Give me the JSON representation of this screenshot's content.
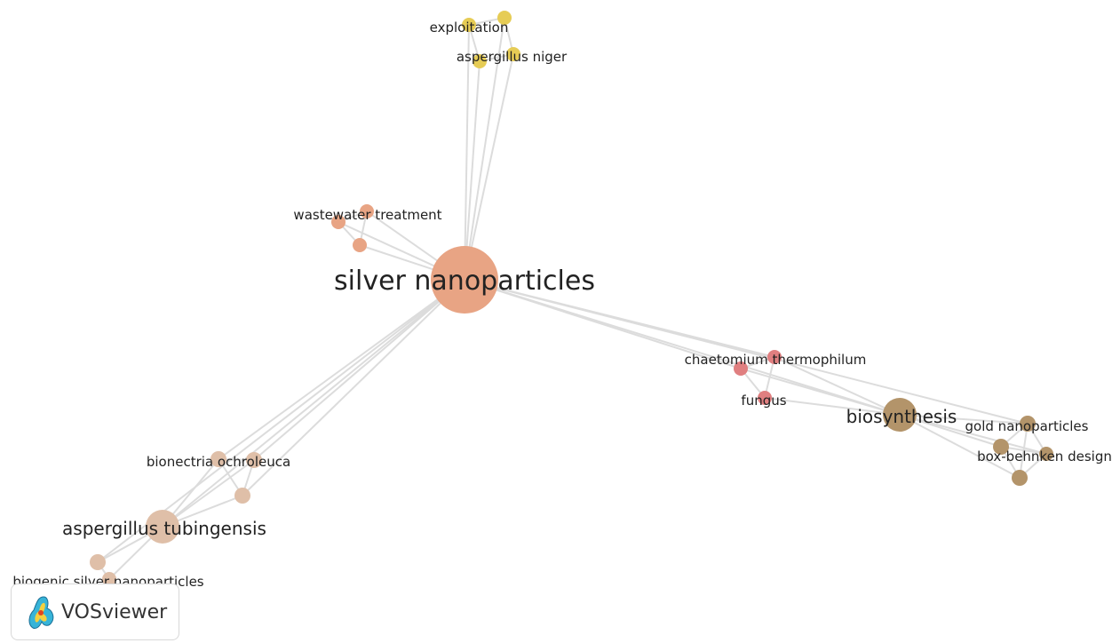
{
  "network": {
    "clusters": {
      "orange": "#e8a484",
      "yellow": "#e6cc55",
      "red": "#e07f80",
      "brown": "#b3946a",
      "beige": "#dfbfa8"
    },
    "nodes": [
      {
        "id": "silver-nanoparticles",
        "label": "silver nanoparticles",
        "cluster": "orange"
      },
      {
        "id": "wastewater-treatment",
        "label": "wastewater treatment",
        "cluster": "orange"
      },
      {
        "id": "orange-a",
        "label": "",
        "cluster": "orange"
      },
      {
        "id": "orange-b",
        "label": "",
        "cluster": "orange"
      },
      {
        "id": "exploitation",
        "label": "exploitation",
        "cluster": "yellow"
      },
      {
        "id": "yellow-a",
        "label": "",
        "cluster": "yellow"
      },
      {
        "id": "aspergillus-niger",
        "label": "aspergillus niger",
        "cluster": "yellow"
      },
      {
        "id": "yellow-b",
        "label": "",
        "cluster": "yellow"
      },
      {
        "id": "chaetomium-thermophilum",
        "label": "chaetomium thermophilum",
        "cluster": "red"
      },
      {
        "id": "red-a",
        "label": "",
        "cluster": "red"
      },
      {
        "id": "fungus",
        "label": "fungus",
        "cluster": "red"
      },
      {
        "id": "biosynthesis",
        "label": "biosynthesis",
        "cluster": "brown"
      },
      {
        "id": "gold-nanoparticles",
        "label": "gold nanoparticles",
        "cluster": "brown"
      },
      {
        "id": "box-behnken-design",
        "label": "box-behnken design",
        "cluster": "brown"
      },
      {
        "id": "brown-a",
        "label": "",
        "cluster": "brown"
      },
      {
        "id": "brown-b",
        "label": "",
        "cluster": "brown"
      },
      {
        "id": "aspergillus-tubingensis",
        "label": "aspergillus tubingensis",
        "cluster": "beige"
      },
      {
        "id": "bionectria-ochroleuca",
        "label": "bionectria ochroleuca",
        "cluster": "beige"
      },
      {
        "id": "beige-a",
        "label": "",
        "cluster": "beige"
      },
      {
        "id": "beige-b",
        "label": "",
        "cluster": "beige"
      },
      {
        "id": "beige-c",
        "label": "",
        "cluster": "beige"
      },
      {
        "id": "biogenic-silver-nanoparticles",
        "label": "biogenic silver nanoparticles",
        "cluster": "beige"
      }
    ],
    "edges": [
      [
        "silver-nanoparticles",
        "exploitation"
      ],
      [
        "silver-nanoparticles",
        "yellow-a"
      ],
      [
        "silver-nanoparticles",
        "aspergillus-niger"
      ],
      [
        "silver-nanoparticles",
        "yellow-b"
      ],
      [
        "exploitation",
        "yellow-a"
      ],
      [
        "exploitation",
        "yellow-b"
      ],
      [
        "yellow-a",
        "aspergillus-niger"
      ],
      [
        "aspergillus-niger",
        "yellow-b"
      ],
      [
        "silver-nanoparticles",
        "wastewater-treatment"
      ],
      [
        "silver-nanoparticles",
        "orange-a"
      ],
      [
        "silver-nanoparticles",
        "orange-b"
      ],
      [
        "wastewater-treatment",
        "orange-a"
      ],
      [
        "wastewater-treatment",
        "orange-b"
      ],
      [
        "orange-a",
        "orange-b"
      ],
      [
        "silver-nanoparticles",
        "biosynthesis"
      ],
      [
        "silver-nanoparticles",
        "chaetomium-thermophilum"
      ],
      [
        "silver-nanoparticles",
        "red-a"
      ],
      [
        "silver-nanoparticles",
        "gold-nanoparticles"
      ],
      [
        "chaetomium-thermophilum",
        "red-a"
      ],
      [
        "chaetomium-thermophilum",
        "fungus"
      ],
      [
        "chaetomium-thermophilum",
        "biosynthesis"
      ],
      [
        "red-a",
        "fungus"
      ],
      [
        "red-a",
        "biosynthesis"
      ],
      [
        "fungus",
        "biosynthesis"
      ],
      [
        "biosynthesis",
        "gold-nanoparticles"
      ],
      [
        "biosynthesis",
        "box-behnken-design"
      ],
      [
        "biosynthesis",
        "brown-a"
      ],
      [
        "biosynthesis",
        "brown-b"
      ],
      [
        "gold-nanoparticles",
        "brown-a"
      ],
      [
        "gold-nanoparticles",
        "box-behnken-design"
      ],
      [
        "gold-nanoparticles",
        "brown-b"
      ],
      [
        "brown-a",
        "box-behnken-design"
      ],
      [
        "brown-a",
        "brown-b"
      ],
      [
        "box-behnken-design",
        "brown-b"
      ],
      [
        "silver-nanoparticles",
        "aspergillus-tubingensis"
      ],
      [
        "silver-nanoparticles",
        "bionectria-ochroleuca"
      ],
      [
        "silver-nanoparticles",
        "beige-a"
      ],
      [
        "silver-nanoparticles",
        "beige-b"
      ],
      [
        "silver-nanoparticles",
        "beige-c"
      ],
      [
        "bionectria-ochroleuca",
        "beige-a"
      ],
      [
        "bionectria-ochroleuca",
        "beige-b"
      ],
      [
        "bionectria-ochroleuca",
        "aspergillus-tubingensis"
      ],
      [
        "beige-a",
        "beige-b"
      ],
      [
        "beige-a",
        "aspergillus-tubingensis"
      ],
      [
        "beige-b",
        "aspergillus-tubingensis"
      ],
      [
        "aspergillus-tubingensis",
        "beige-c"
      ],
      [
        "aspergillus-tubingensis",
        "biogenic-silver-nanoparticles"
      ],
      [
        "beige-c",
        "biogenic-silver-nanoparticles"
      ]
    ]
  },
  "logo": {
    "text": "VOSviewer"
  }
}
